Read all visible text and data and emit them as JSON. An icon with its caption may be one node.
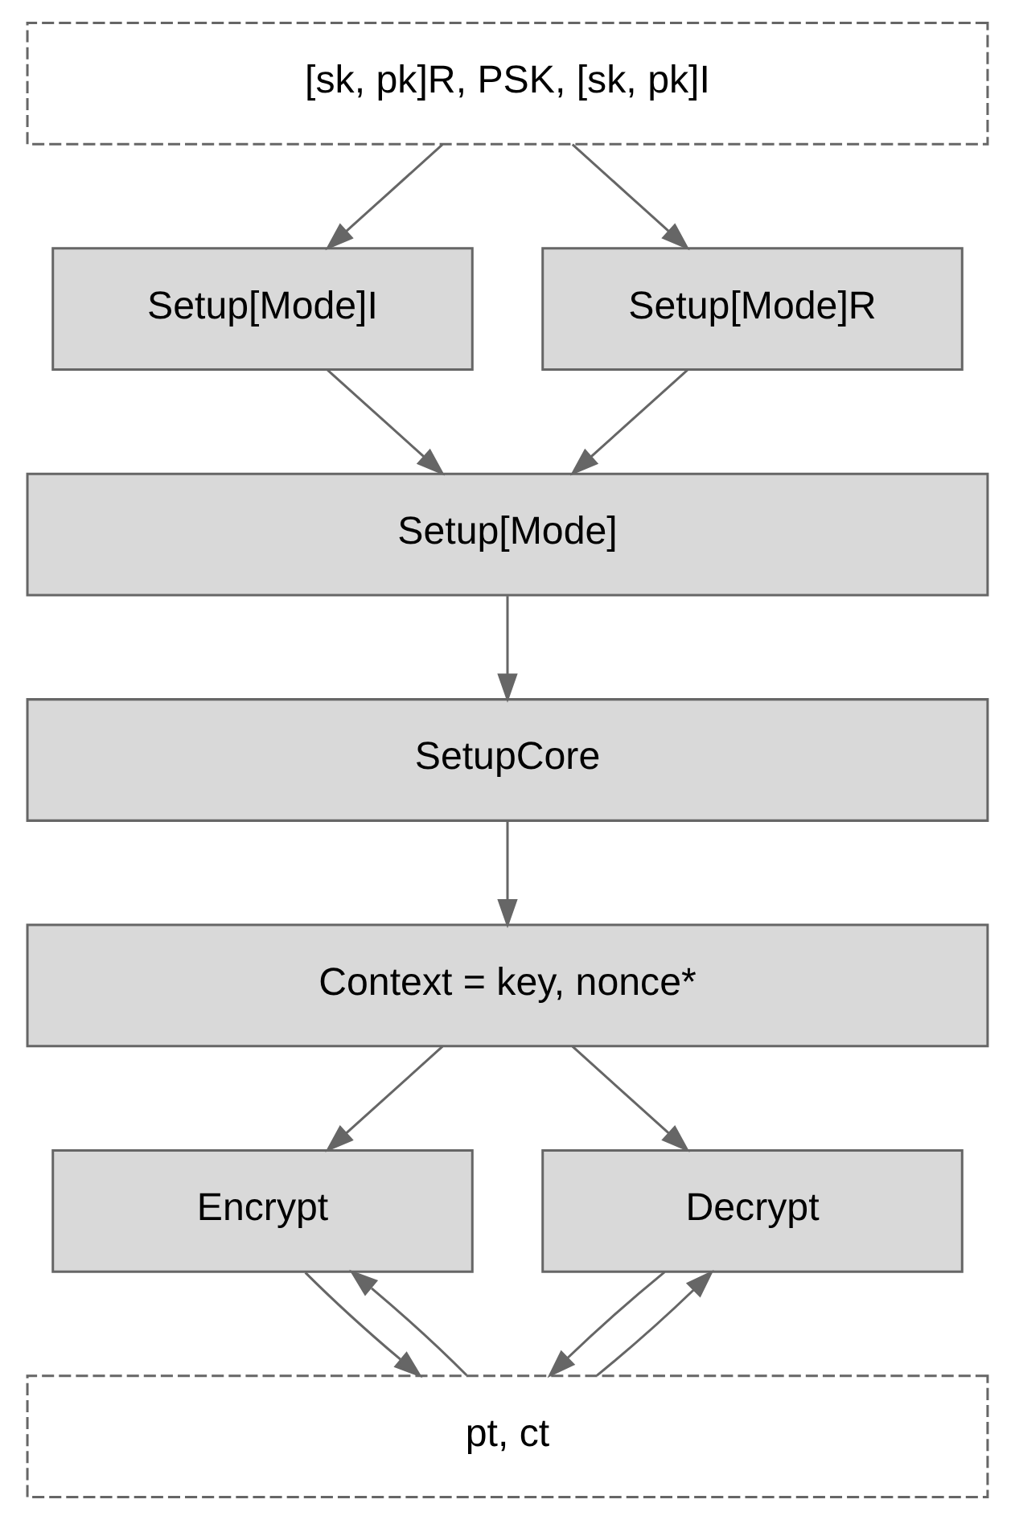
{
  "diagram": {
    "nodes": [
      {
        "text": [
          "[sk, pk]R, PSK, [sk, pk]I"
        ]
      },
      {
        "text": [
          "Setup[Mode]I"
        ]
      },
      {
        "text": [
          "Setup[Mode]R"
        ]
      },
      {
        "text": [
          "Setup[Mode]"
        ]
      },
      {
        "text": [
          "SetupCore"
        ]
      },
      {
        "text": [
          "Context = key, nonce*"
        ]
      },
      {
        "text": [
          "Encrypt"
        ]
      },
      {
        "text": [
          "Decrypt"
        ]
      },
      {
        "text": [
          "pt, ct"
        ]
      }
    ],
    "edges": [
      {
        "from": 0,
        "to": 1,
        "arrow": "to"
      },
      {
        "from": 0,
        "to": 2,
        "arrow": "to"
      },
      {
        "from": 1,
        "to": 3,
        "arrow": "to"
      },
      {
        "from": 2,
        "to": 3,
        "arrow": "to"
      },
      {
        "from": 3,
        "to": 4,
        "arrow": "to"
      },
      {
        "from": 4,
        "to": 5,
        "arrow": "to"
      },
      {
        "from": 5,
        "to": 6,
        "arrow": "to"
      },
      {
        "from": 5,
        "to": 7,
        "arrow": "to"
      },
      {
        "from": 6,
        "to": 8,
        "arrow": "to"
      },
      {
        "from": 8,
        "to": 6,
        "arrow": "to"
      },
      {
        "from": 7,
        "to": 8,
        "arrow": "to"
      },
      {
        "from": 8,
        "to": 7,
        "arrow": "to"
      }
    ]
  }
}
